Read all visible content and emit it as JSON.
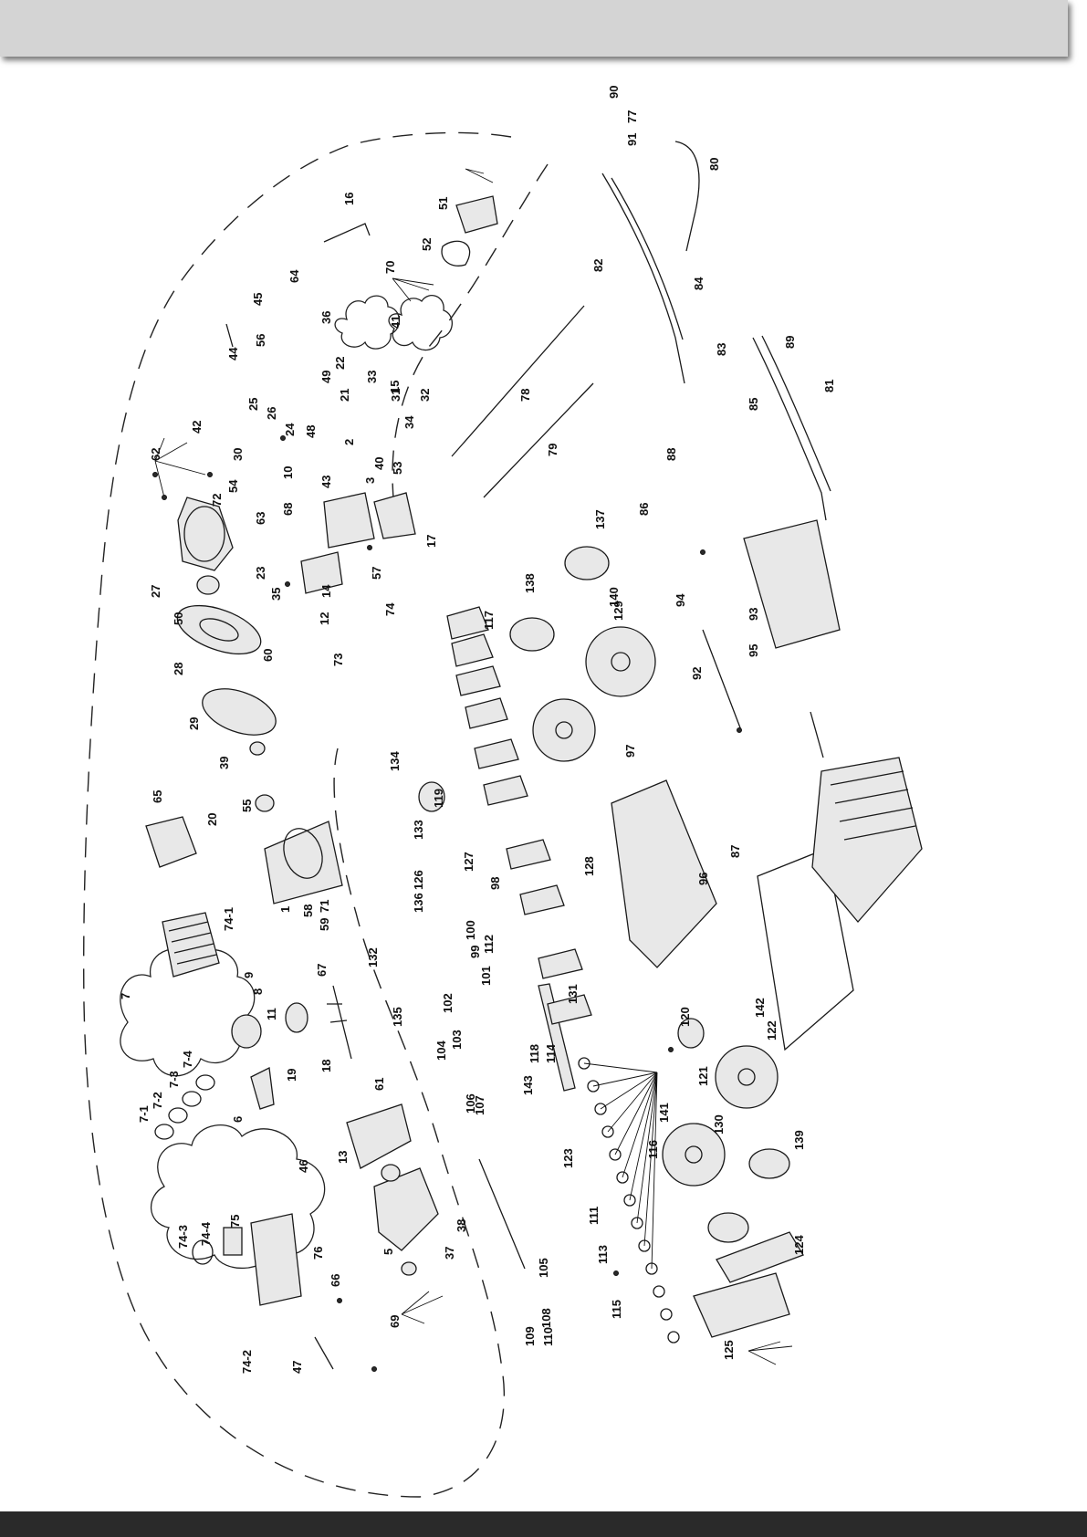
{
  "labels": [
    "1",
    "2",
    "3",
    "5",
    "6",
    "7",
    "7-1",
    "7-2",
    "7-3",
    "7-4",
    "8",
    "9",
    "10",
    "11",
    "12",
    "13",
    "14",
    "15",
    "16",
    "17",
    "18",
    "19",
    "20",
    "21",
    "22",
    "23",
    "24",
    "25",
    "26",
    "27",
    "28",
    "29",
    "30",
    "31",
    "32",
    "33",
    "34",
    "35",
    "36",
    "37",
    "38",
    "39",
    "40",
    "41",
    "42",
    "43",
    "44",
    "45",
    "46",
    "47",
    "48",
    "49",
    "50",
    "51",
    "52",
    "53",
    "54",
    "55",
    "56",
    "57",
    "58",
    "59",
    "60",
    "61",
    "62",
    "63",
    "64",
    "65",
    "66",
    "67",
    "68",
    "69",
    "70",
    "71",
    "72",
    "73",
    "74",
    "74-1",
    "74-2",
    "74-3",
    "74-4",
    "75",
    "76",
    "77",
    "78",
    "79",
    "80",
    "81",
    "82",
    "83",
    "84",
    "85",
    "86",
    "87",
    "88",
    "89",
    "90",
    "91",
    "92",
    "93",
    "94",
    "95",
    "96",
    "97",
    "98",
    "99",
    "100",
    "101",
    "102",
    "103",
    "104",
    "105",
    "106",
    "107",
    "108",
    "109",
    "110",
    "111",
    "112",
    "113",
    "114",
    "115",
    "116",
    "117",
    "118",
    "119",
    "120",
    "121",
    "122",
    "123",
    "124",
    "125",
    "126",
    "127",
    "128",
    "129",
    "130",
    "131",
    "132",
    "133",
    "134",
    "135",
    "136",
    "137",
    "138",
    "139",
    "140",
    "141",
    "142",
    "143"
  ],
  "colors": {
    "header_band": "#d4d4d4",
    "footer_band": "#2a2a2a",
    "line": "#1a1a1a"
  }
}
